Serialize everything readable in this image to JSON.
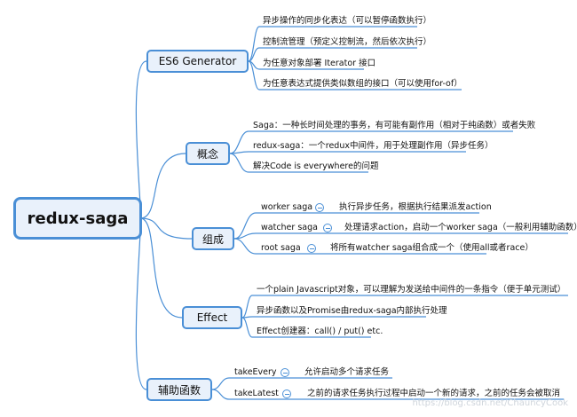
{
  "root": {
    "label": "redux-saga"
  },
  "branches": [
    {
      "label": "ES6 Generator",
      "children": [
        "异步操作的同步化表达（可以暂停函数执行）",
        "控制流管理（预定义控制流，然后依次执行）",
        "为任意对象部署 Iterator 接口",
        "为任意表达式提供类似数组的接口（可以使用for-of）"
      ]
    },
    {
      "label": "概念",
      "children": [
        "Saga：一种长时间处理的事务，有可能有副作用（相对于纯函数）或者失败",
        "redux-saga：一个redux中间件，用于处理副作用（异步任务）",
        "解决Code is everywhere的问题"
      ]
    },
    {
      "label": "组成",
      "children": [
        {
          "label": "worker saga",
          "detail": "执行异步任务，根据执行结果派发action"
        },
        {
          "label": "watcher saga",
          "detail": "处理请求action，启动一个worker saga（一般利用辅助函数）"
        },
        {
          "label": "root saga",
          "detail": "将所有watcher saga组合成一个（使用all或者race）"
        }
      ]
    },
    {
      "label": "Effect",
      "children": [
        "一个plain Javascript对象，可以理解为发送给中间件的一条指令（便于单元测试）",
        "异步函数以及Promise由redux-saga内部执行处理",
        "Effect创建器：call() / put() etc."
      ]
    },
    {
      "label": "辅助函数",
      "children": [
        {
          "label": "takeEvery",
          "detail": "允许启动多个请求任务"
        },
        {
          "label": "takeLatest",
          "detail": "之前的请求任务执行过程中启动一个新的请求，之前的任务会被取消"
        }
      ]
    }
  ],
  "watermark": "https://blog.csdn.net/ChauncyCook",
  "colors": {
    "accent": "#4a8fd6",
    "node_fill": "#e9f1fb"
  }
}
